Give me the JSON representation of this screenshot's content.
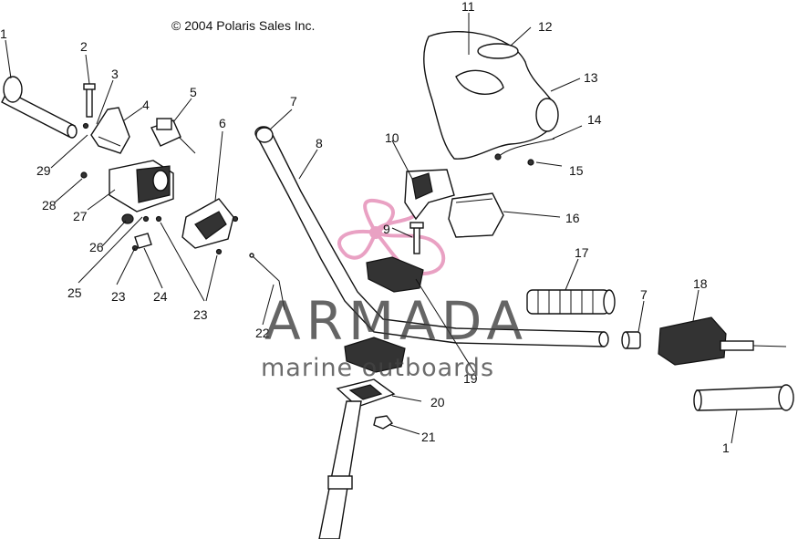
{
  "copyright": "© 2004 Polaris Sales Inc.",
  "watermark": {
    "brand": "ARMADA",
    "tagline": "marine outboards",
    "brand_color": "#e48ab5"
  },
  "callouts": {
    "c1a": "1",
    "c1b": "1",
    "c2": "2",
    "c3": "3",
    "c4": "4",
    "c5": "5",
    "c6": "6",
    "c7a": "7",
    "c7b": "7",
    "c8": "8",
    "c9": "9",
    "c10": "10",
    "c11": "11",
    "c12": "12",
    "c13": "13",
    "c14": "14",
    "c15": "15",
    "c16": "16",
    "c17": "17",
    "c18": "18",
    "c19": "19",
    "c20": "20",
    "c21": "21",
    "c22": "22",
    "c23a": "23",
    "c23b": "23",
    "c24": "24",
    "c25": "25",
    "c26": "26",
    "c27": "27",
    "c28": "28",
    "c29": "29"
  }
}
